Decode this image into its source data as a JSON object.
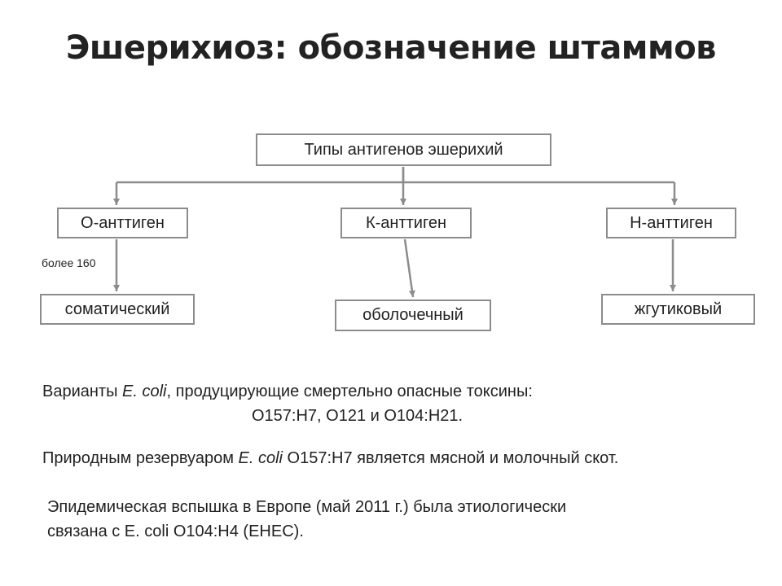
{
  "slide": {
    "title": "Эшерихиоз: обозначение штаммов"
  },
  "diagram": {
    "root": "Типы антигенов эшерихий",
    "antigens": [
      {
        "label": "О-анттиген",
        "result": "соматический",
        "note": "более 160"
      },
      {
        "label": "К-анттиген",
        "result": "оболочечный"
      },
      {
        "label": "Н-анттиген",
        "result": "жгутиковый"
      }
    ]
  },
  "text": {
    "p1_pre": "Варианты ",
    "p1_italic": "E. coli",
    "p1_post": ", продуцирующие смертельно опасные  токсины:",
    "p1_line2": "O157:H7, O121 и O104:H21.",
    "p2_pre": "Природным резервуаром ",
    "p2_italic": "E. coli",
    "p2_post": " O157:H7 является мясной и молочный скот.",
    "p3_line1": "Эпидемическая вспышка в Европе (май 2011 г.) была этиологически",
    "p3_line2": "связана с E. coli O104:H4 (EHEC)."
  },
  "colors": {
    "box_border": "#8c8c8c",
    "connector": "#8c8c8c",
    "text": "#222222",
    "background": "#ffffff"
  }
}
